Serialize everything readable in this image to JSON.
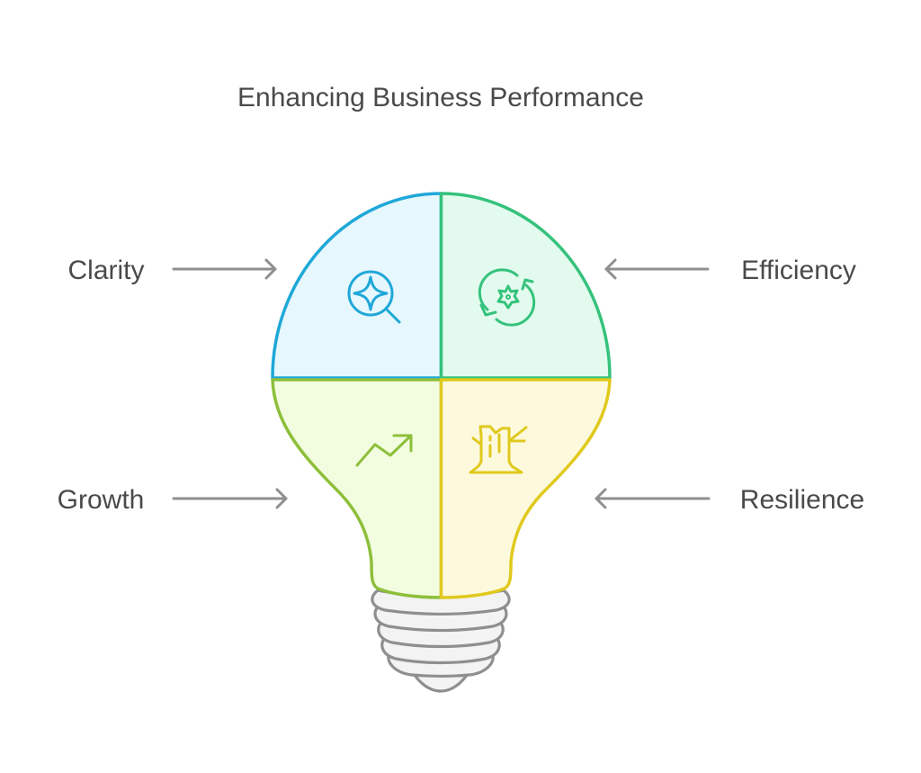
{
  "title": "Enhancing Business Performance",
  "quadrants": [
    {
      "id": "clarity",
      "label": "Clarity",
      "icon": "magnifier-sparkle-icon",
      "position": "top-left",
      "stroke_color": "#1fa8d8",
      "fill_color": "#e6f7fd",
      "arrow_direction": "right"
    },
    {
      "id": "efficiency",
      "label": "Efficiency",
      "icon": "gear-cycle-icon",
      "position": "top-right",
      "stroke_color": "#35c27c",
      "fill_color": "#e2fbee",
      "arrow_direction": "left"
    },
    {
      "id": "growth",
      "label": "Growth",
      "icon": "trending-up-icon",
      "position": "bottom-left",
      "stroke_color": "#8dbf3a",
      "fill_color": "#f2fde0",
      "arrow_direction": "right"
    },
    {
      "id": "resilience",
      "label": "Resilience",
      "icon": "tree-stump-icon",
      "position": "bottom-right",
      "stroke_color": "#e0c91d",
      "fill_color": "#fdf9dc",
      "arrow_direction": "left"
    }
  ],
  "base": {
    "stroke_color": "#8f8f8f",
    "fill_color": "#f3f3f3"
  },
  "arrow_color": "#8f8f8f",
  "text_color": "#4a4a4a"
}
